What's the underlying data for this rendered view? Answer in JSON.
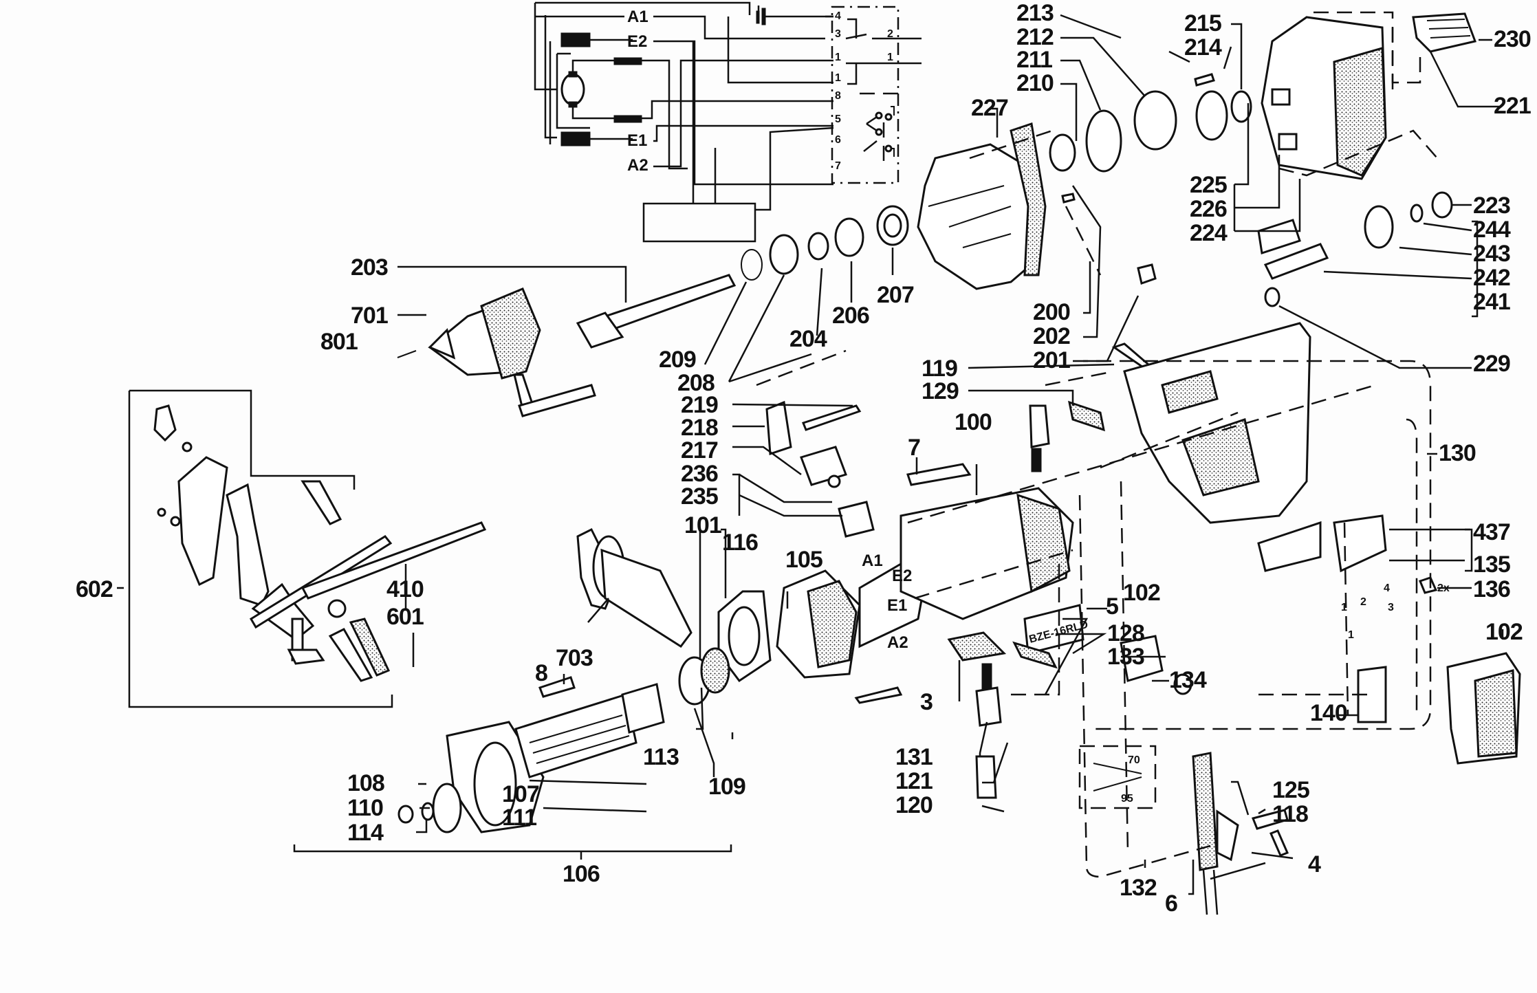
{
  "title": "Drill exploded parts diagram",
  "model_plate": "BZE-16RLD",
  "wiring": {
    "terminals": [
      "A1",
      "E2",
      "E1",
      "A2"
    ],
    "switch_pins": [
      "4",
      "3",
      "2",
      "1",
      "1",
      "1",
      "8",
      "5",
      "6",
      "7"
    ]
  },
  "thermal_note": {
    "upper": "70",
    "lower": "95"
  },
  "quantity_note": "2x",
  "switch_pin_marks": [
    "1",
    "2",
    "3",
    "4",
    "1"
  ],
  "labels": {
    "l213": "213",
    "l212": "212",
    "l211": "211",
    "l210": "210",
    "l227": "227",
    "l215": "215",
    "l214": "214",
    "l230": "230",
    "l221": "221",
    "l225": "225",
    "l226": "226",
    "l224": "224",
    "l223": "223",
    "l244": "244",
    "l243": "243",
    "l242": "242",
    "l241": "241",
    "l229": "229",
    "l203": "203",
    "l701": "701",
    "l801": "801",
    "l209": "209",
    "l208": "208",
    "l204": "204",
    "l206": "206",
    "l207": "207",
    "l200": "200",
    "l202": "202",
    "l201": "201",
    "l119": "119",
    "l129": "129",
    "l219": "219",
    "l218": "218",
    "l217": "217",
    "l236": "236",
    "l235": "235",
    "l7": "7",
    "l100": "100",
    "l130": "130",
    "l602": "602",
    "l410": "410",
    "l601": "601",
    "l703": "703",
    "l101": "101",
    "l116": "116",
    "l105": "105",
    "l102a": "102",
    "l102b": "102",
    "l437": "437",
    "l135": "135",
    "l136": "136",
    "l5": "5",
    "l128": "128",
    "l133": "133",
    "l134": "134",
    "l140": "140",
    "l3": "3",
    "l8": "8",
    "l113": "113",
    "l109": "109",
    "l108": "108",
    "l107": "107",
    "l110": "110",
    "l111": "111",
    "l114": "114",
    "l106": "106",
    "l131": "131",
    "l121": "121",
    "l120": "120",
    "l125": "125",
    "l118": "118",
    "l4": "4",
    "l132": "132",
    "l6": "6"
  }
}
